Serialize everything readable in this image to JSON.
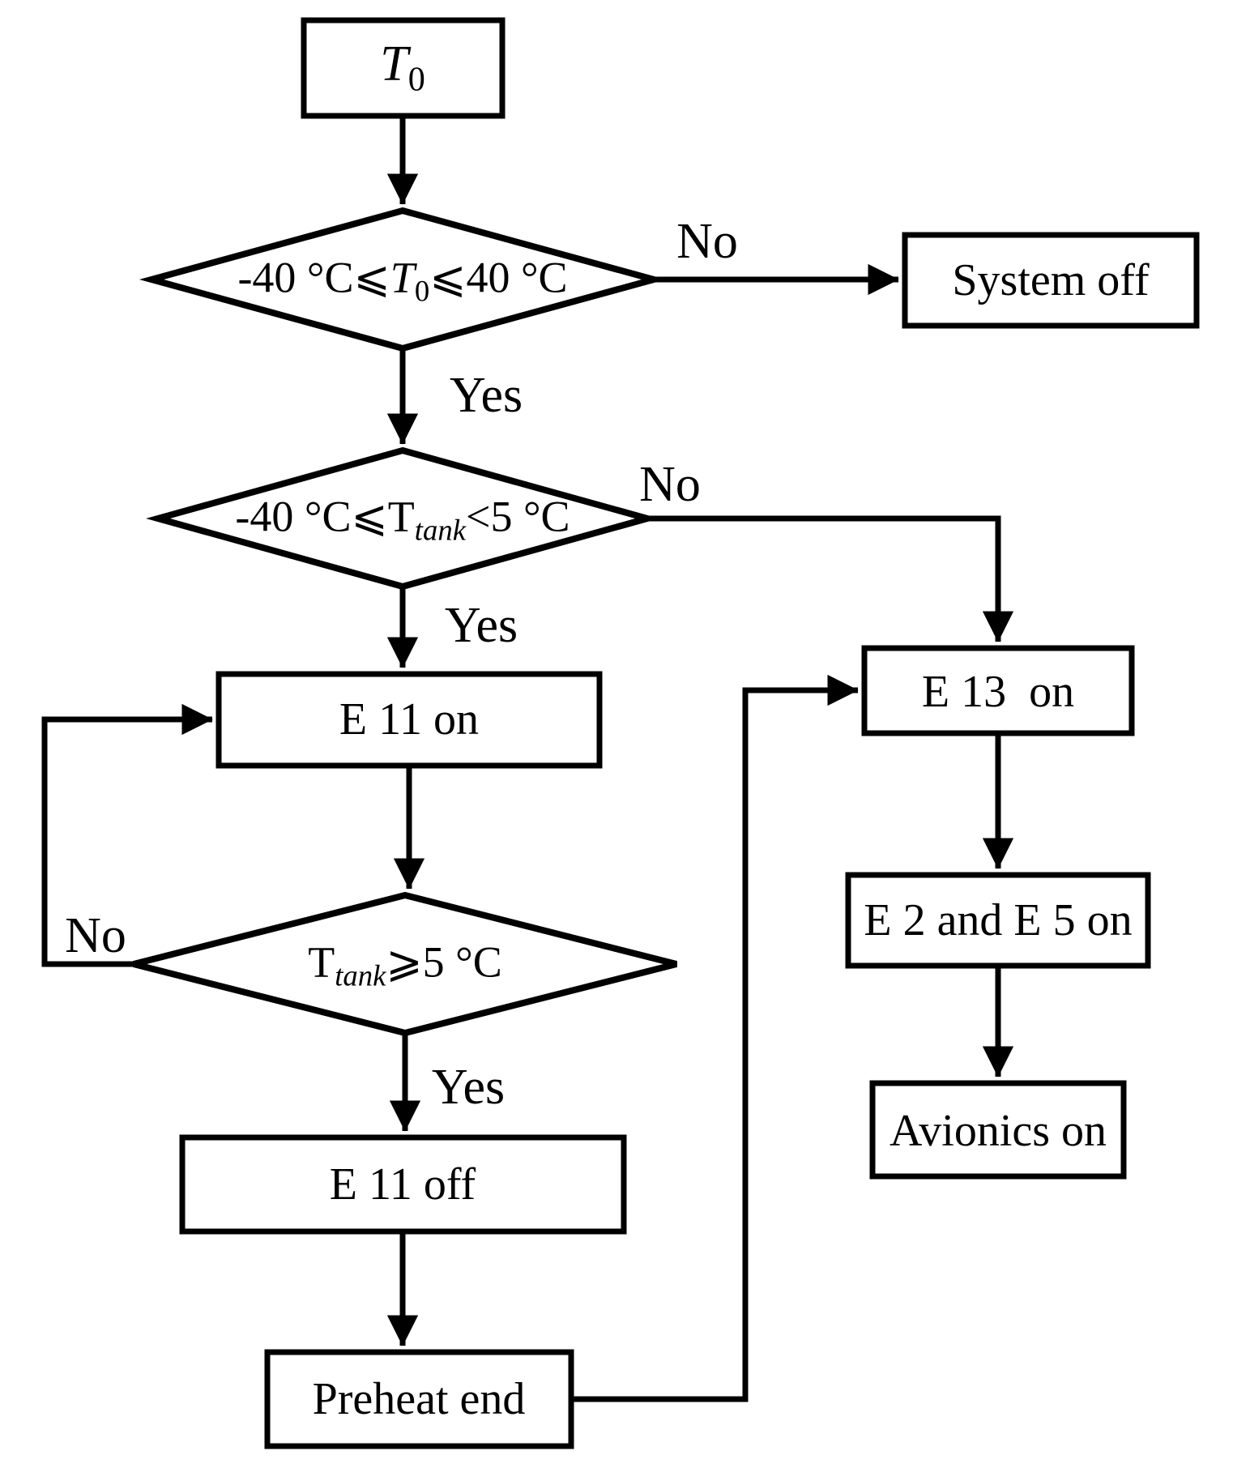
{
  "diagram": {
    "background_color": "#ffffff",
    "line_color": "#000000",
    "nodes": {
      "t0": {
        "var": "T",
        "sub": "0"
      },
      "cond_ambient": {
        "pre": "-40 °C⩽",
        "var": "T",
        "sub": "0",
        "post": "⩽40 °C"
      },
      "system_off": {
        "label": "System off"
      },
      "cond_tank_low": {
        "pre": "-40 °C⩽",
        "var": "T",
        "sub": "tank",
        "post": "<5 °C"
      },
      "e11_on": {
        "label": "E 11 on"
      },
      "cond_tank_warm": {
        "var": "T",
        "sub": "tank",
        "post": "⩾5 °C"
      },
      "e11_off": {
        "label": "E 11 off"
      },
      "preheat_end": {
        "label": "Preheat end"
      },
      "e13_on": {
        "label": "E 13  on"
      },
      "e2_e5_on": {
        "label": "E 2 and E 5 on"
      },
      "avionics_on": {
        "label": "Avionics on"
      }
    },
    "edge_labels": {
      "ambient_no": "No",
      "ambient_yes": "Yes",
      "tank_low_no": "No",
      "tank_low_yes": "Yes",
      "tank_warm_no": "No",
      "tank_warm_yes": "Yes"
    }
  }
}
